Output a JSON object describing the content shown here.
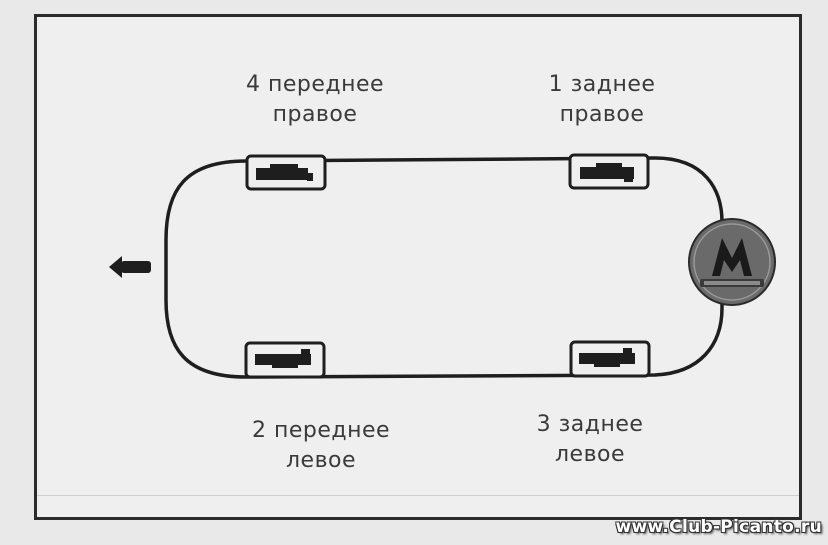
{
  "wheels": {
    "rear_right": {
      "number": "1",
      "line1": "1 заднее",
      "line2": "правое"
    },
    "front_left": {
      "number": "2",
      "line1": "2 переднее",
      "line2": "левое"
    },
    "rear_left": {
      "number": "3",
      "line1": "3 заднее",
      "line2": "левое"
    },
    "front_right": {
      "number": "4",
      "line1": "4 переднее",
      "line2": "правое"
    }
  },
  "direction_arrow": {
    "icon": "arrow-left-icon",
    "meaning": "direction of travel"
  },
  "logo": {
    "icon": "publisher-logo-icon"
  },
  "watermark": {
    "text": "www.Club-Picanto.ru"
  },
  "colors": {
    "line": "#1e1e1e",
    "text": "#3a3a3a",
    "background": "#efefef"
  }
}
